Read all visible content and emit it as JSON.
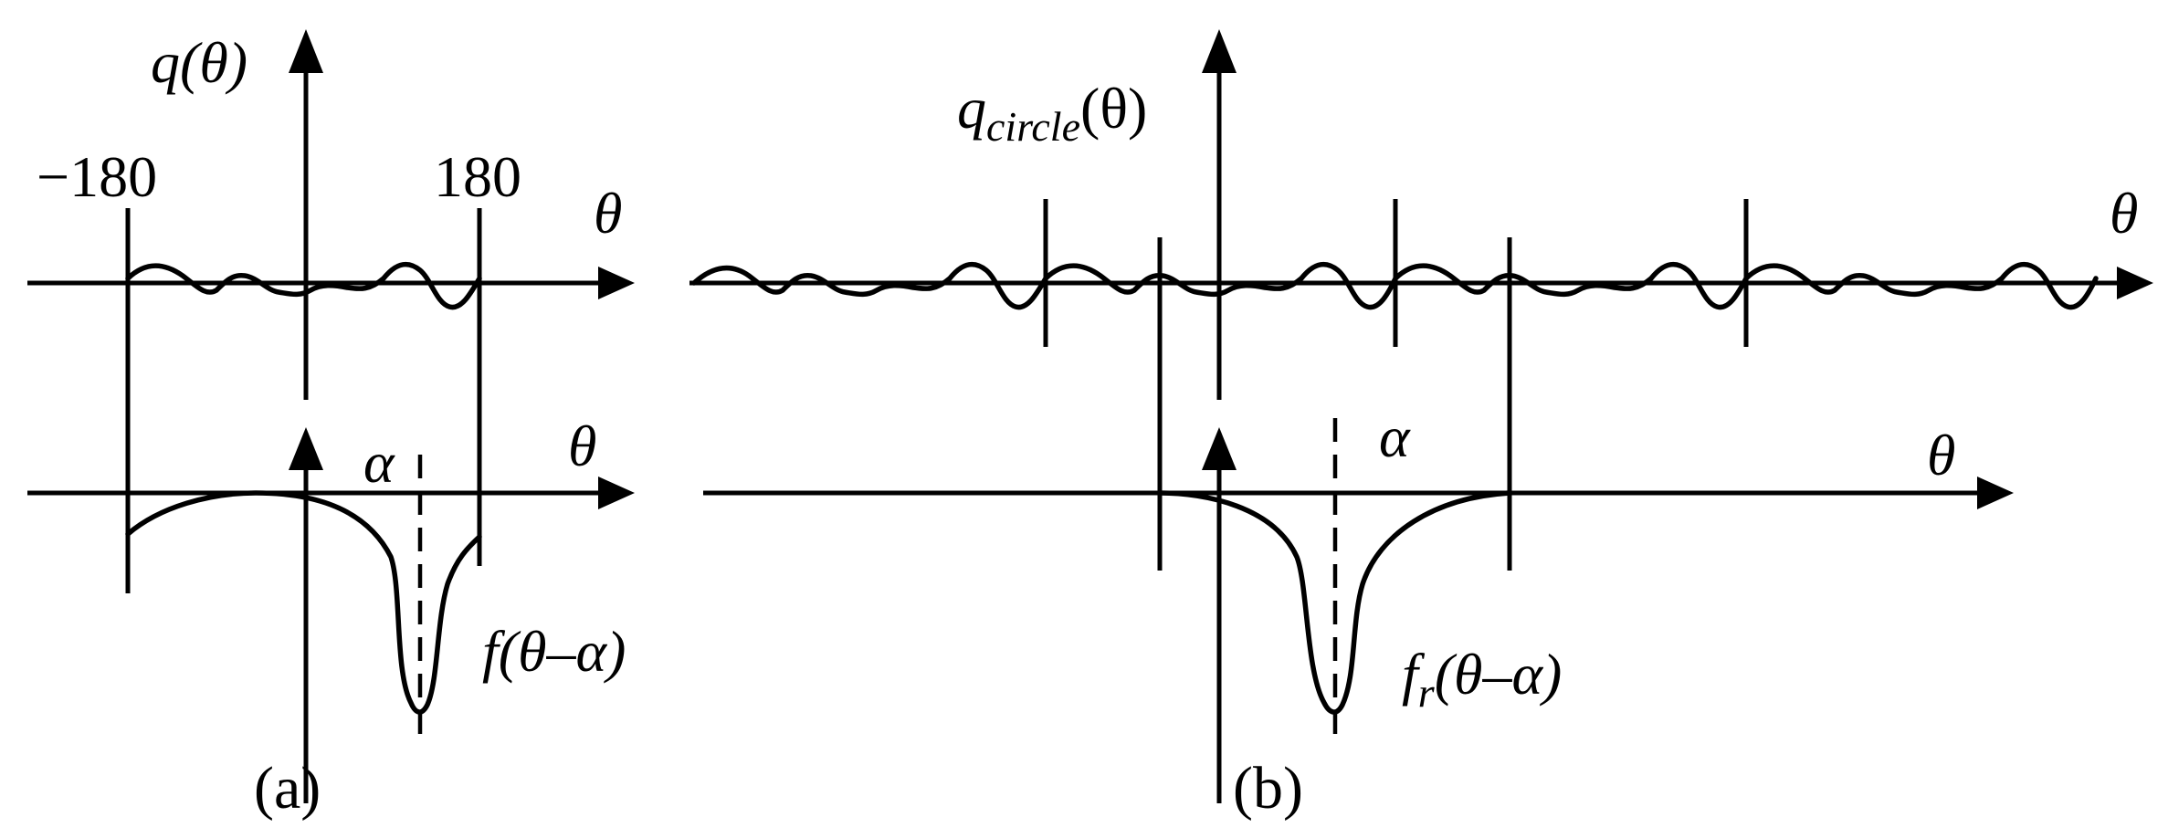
{
  "panel_a": {
    "top_ylabel": "q(θ)",
    "theta_top": "θ",
    "tick_left": "−180",
    "tick_right": "180",
    "theta_bottom": "θ",
    "alpha": "α",
    "func_main": "f",
    "func_arg": "(θ–α)",
    "caption": "(a)"
  },
  "panel_b": {
    "ylabel_main": "q",
    "ylabel_sub": "circle",
    "ylabel_arg": "(θ)",
    "theta_top": "θ",
    "theta_bottom": "θ",
    "alpha": "α",
    "func_main": "f",
    "func_sub": "r",
    "func_arg": "(θ–α)",
    "caption": "(b)"
  }
}
